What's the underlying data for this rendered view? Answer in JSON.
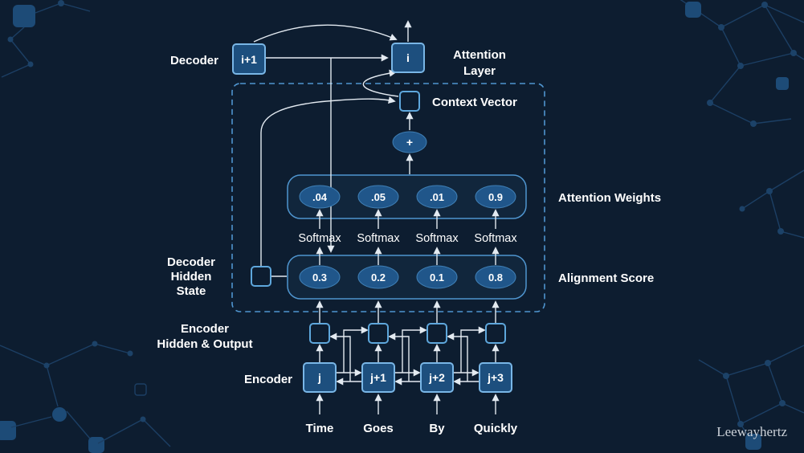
{
  "watermark": "Leewayhertz",
  "colors": {
    "background": "#0d1d30",
    "node_fill": "#1d4f7e",
    "node_border": "#79b6e6",
    "container_border": "#4f95cf",
    "arrow": "#e3eaf1",
    "text": "#ffffff"
  },
  "labels": {
    "decoder": "Decoder",
    "encoder": "Encoder",
    "attention_layer": [
      "Attention",
      "Layer"
    ],
    "context_vector": "Context Vector",
    "attention_weights": "Attention Weights",
    "alignment_score": "Alignment Score",
    "decoder_hidden_state": [
      "Decoder",
      "Hidden",
      "State"
    ],
    "encoder_hidden_output": [
      "Encoder",
      "Hidden & Output"
    ],
    "plus_operator": "+"
  },
  "decoder_cells": {
    "prev": "i+1",
    "current": "i"
  },
  "encoder_cells": [
    "j",
    "j+1",
    "j+2",
    "j+3"
  ],
  "softmax_labels": [
    "Softmax",
    "Softmax",
    "Softmax",
    "Softmax"
  ],
  "attention_weights_values": [
    ".04",
    ".05",
    ".01",
    "0.9"
  ],
  "alignment_score_values": [
    "0.3",
    "0.2",
    "0.1",
    "0.8"
  ],
  "input_words": [
    "Time",
    "Goes",
    "By",
    "Quickly"
  ]
}
